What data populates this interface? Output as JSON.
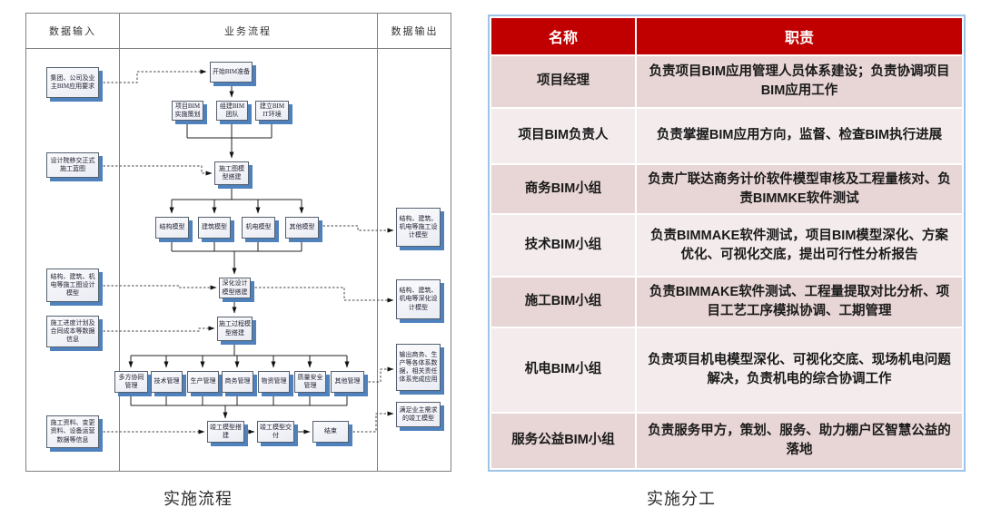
{
  "captions": {
    "left": "实施流程",
    "right": "实施分工"
  },
  "flowchart": {
    "columns": [
      "数据输入",
      "业务流程",
      "数据输出"
    ],
    "inputs": [
      "集团、公司及业主BIM应用要求",
      "设计院移交正式施工蓝图",
      "结构、建筑、机电等施工图设计模型",
      "施工进度计划及合同成本等数据信息",
      "施工资料、变更资料、设备运营数据等信息"
    ],
    "process": {
      "start": "开始BIM准备",
      "prep1": "项目BIM实施策划",
      "prep2": "组建BIM团队",
      "prep3": "建立BIM IT环境",
      "model_build": "施工图模型搭建",
      "model1": "结构模型",
      "model2": "建筑模型",
      "model3": "机电模型",
      "model4": "其他模型",
      "deepen": "深化设计模型搭建",
      "construct": "施工过程模型搭建",
      "mgmt1": "多方协同管理",
      "mgmt2": "技术管理",
      "mgmt3": "生产管理",
      "mgmt4": "商务管理",
      "mgmt5": "物资管理",
      "mgmt6": "质量安全管理",
      "mgmt7": "其他管理",
      "asbuilt": "竣工模型搭建",
      "deliver": "竣工模型交付",
      "end": "结束"
    },
    "outputs": [
      "结构、建筑、机电等施工设计模型",
      "结构、建筑、机电等深化设计模型",
      "输出商务、生产等各体系数据，相关责任体系完成应用",
      "满足业主需求的竣工模型"
    ]
  },
  "table": {
    "headers": [
      "名称",
      "职责"
    ],
    "rows": [
      {
        "name": "项目经理",
        "duty": "负责项目BIM应用管理人员体系建设；负责协调项目BIM应用工作"
      },
      {
        "name": "项目BIM负责人",
        "duty": "负责掌握BIM应用方向，监督、检查BIM执行进展"
      },
      {
        "name": "商务BIM小组",
        "duty": "负责广联达商务计价软件模型审核及工程量核对、负责BIMMKE软件测试"
      },
      {
        "name": "技术BIM小组",
        "duty": "负责BIMMAKE软件测试，项目BIM模型深化、方案优化、可视化交底，提出可行性分析报告"
      },
      {
        "name": "施工BIM小组",
        "duty": "负责BIMMAKE软件测试、工程量提取对比分析、项目工艺工序模拟协调、工期管理"
      },
      {
        "name": "机电BIM小组",
        "duty": "负责项目机电模型深化、可视化交底、现场机电问题解决，负责机电的综合协调工作"
      },
      {
        "name": "服务公益BIM小组",
        "duty": "负责服务甲方，策划、服务、助力棚户区智慧公益的落地"
      }
    ],
    "colors": {
      "header_bg": "#c00000",
      "header_text": "#ffffff",
      "band_dark": "#e8d5d5",
      "band_light": "#f4ecec",
      "border": "#9dc3e6",
      "box_shadow": "#4f81bd"
    }
  }
}
